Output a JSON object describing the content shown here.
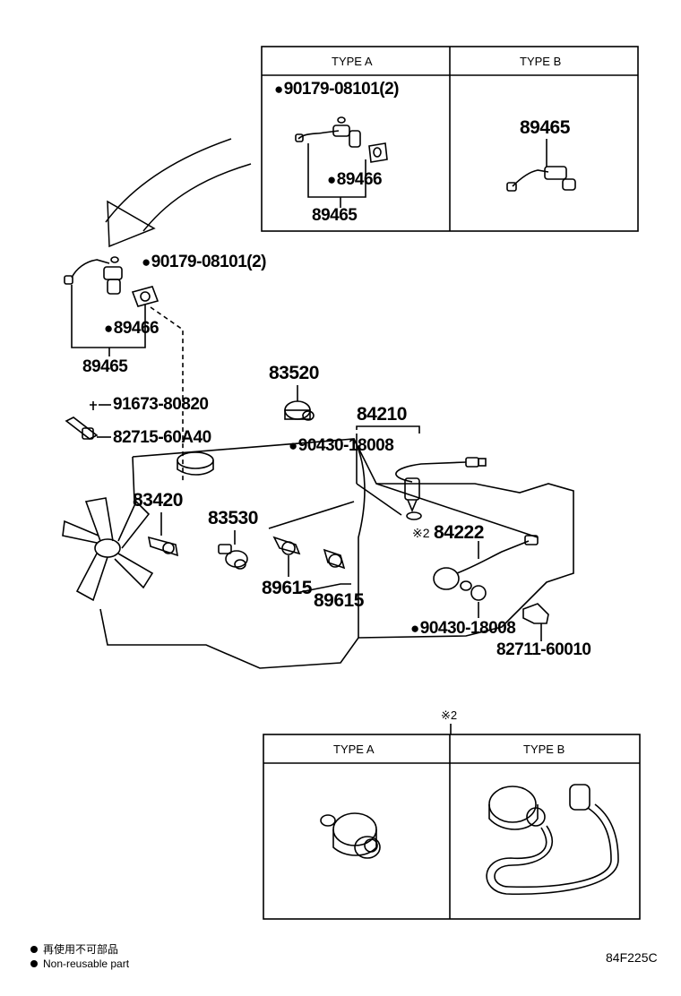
{
  "type_table_top": {
    "col_a": "TYPE A",
    "col_b": "TYPE B",
    "a_bolt": "90179-08101(2)",
    "a_gasket": "89466",
    "a_sensor": "89465",
    "b_sensor": "89465"
  },
  "main_parts": {
    "bolt": "90179-08101(2)",
    "gasket": "89466",
    "sensor": "89465",
    "screw": "91673-80820",
    "clamp": "82715-60A40",
    "p83520": "83520",
    "p84210": "84210",
    "washer_1": "90430-18008",
    "p83420": "83420",
    "p83530": "83530",
    "p89615_a": "89615",
    "p89615_b": "89615",
    "ref_mark": "※2",
    "p84222": "84222",
    "washer_2": "90430-18008",
    "bracket": "82711-60010"
  },
  "type_table_bottom": {
    "ref_mark": "※2",
    "col_a": "TYPE A",
    "col_b": "TYPE B"
  },
  "legend": {
    "line_jp": "再使用不可部品",
    "line_en": "Non-reusable part"
  },
  "diagram_code": "84F225C"
}
